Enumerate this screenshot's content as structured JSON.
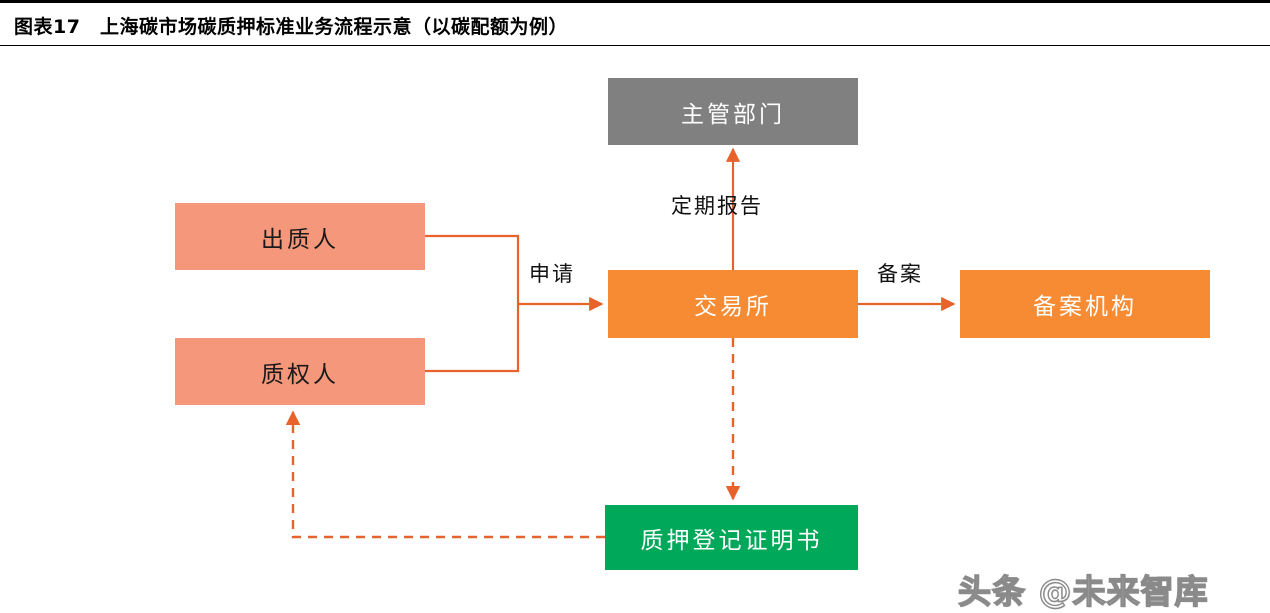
{
  "title": {
    "figure_number": "图表17",
    "text": "图表17　上海碳市场碳质押标准业务流程示意（以碳配额为例）"
  },
  "diagram": {
    "type": "flowchart",
    "nodes": [
      {
        "id": "authority",
        "label": "主管部门",
        "color": "#808080",
        "text_color": "#ffffff"
      },
      {
        "id": "pledgor",
        "label": "出质人",
        "color": "#F4977B",
        "text_color": "#1a1a1a"
      },
      {
        "id": "pledgee",
        "label": "质权人",
        "color": "#F4977B",
        "text_color": "#1a1a1a"
      },
      {
        "id": "exchange",
        "label": "交易所",
        "color": "#F68B33",
        "text_color": "#ffffff"
      },
      {
        "id": "filing",
        "label": "备案机构",
        "color": "#F68B33",
        "text_color": "#ffffff"
      },
      {
        "id": "certificate",
        "label": "质押登记证明书",
        "color": "#00A85A",
        "text_color": "#ffffff"
      }
    ],
    "edges": [
      {
        "id": "e-apply",
        "from": "pledgor",
        "to": "exchange",
        "label": "申请",
        "style": "solid"
      },
      {
        "id": "e-apply2",
        "from": "pledgee",
        "to": "exchange",
        "label": "",
        "style": "solid"
      },
      {
        "id": "e-report",
        "from": "exchange",
        "to": "authority",
        "label": "定期报告",
        "style": "solid"
      },
      {
        "id": "e-filing",
        "from": "exchange",
        "to": "filing",
        "label": "备案",
        "style": "solid"
      },
      {
        "id": "e-issue",
        "from": "exchange",
        "to": "certificate",
        "label": "",
        "style": "dashed"
      },
      {
        "id": "e-deliver",
        "from": "certificate",
        "to": "pledgee",
        "label": "",
        "style": "dashed"
      }
    ],
    "labels": {
      "apply": "申请",
      "periodic_report": "定期报告",
      "filing_record": "备案"
    },
    "line_color": "#E8622C"
  },
  "watermark": {
    "text": "头条 @未来智库"
  }
}
